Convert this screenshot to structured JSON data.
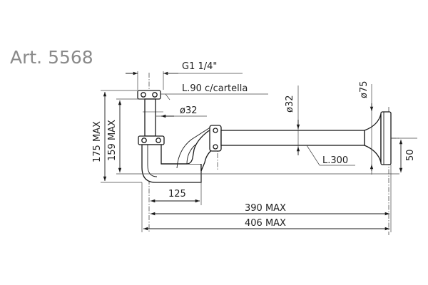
{
  "title": "Art.  5568",
  "labels": {
    "thread": "G1  1/4\"",
    "nut": "L.90  c/cartella",
    "dia32_left": "ø32",
    "dia32_top": "ø32",
    "dia75": "ø75",
    "h175": "175  MAX",
    "h159": "159  MAX",
    "d125": "125",
    "d50": "50",
    "l300": "L.300",
    "w390": "390  MAX",
    "w406": "406  MAX"
  }
}
